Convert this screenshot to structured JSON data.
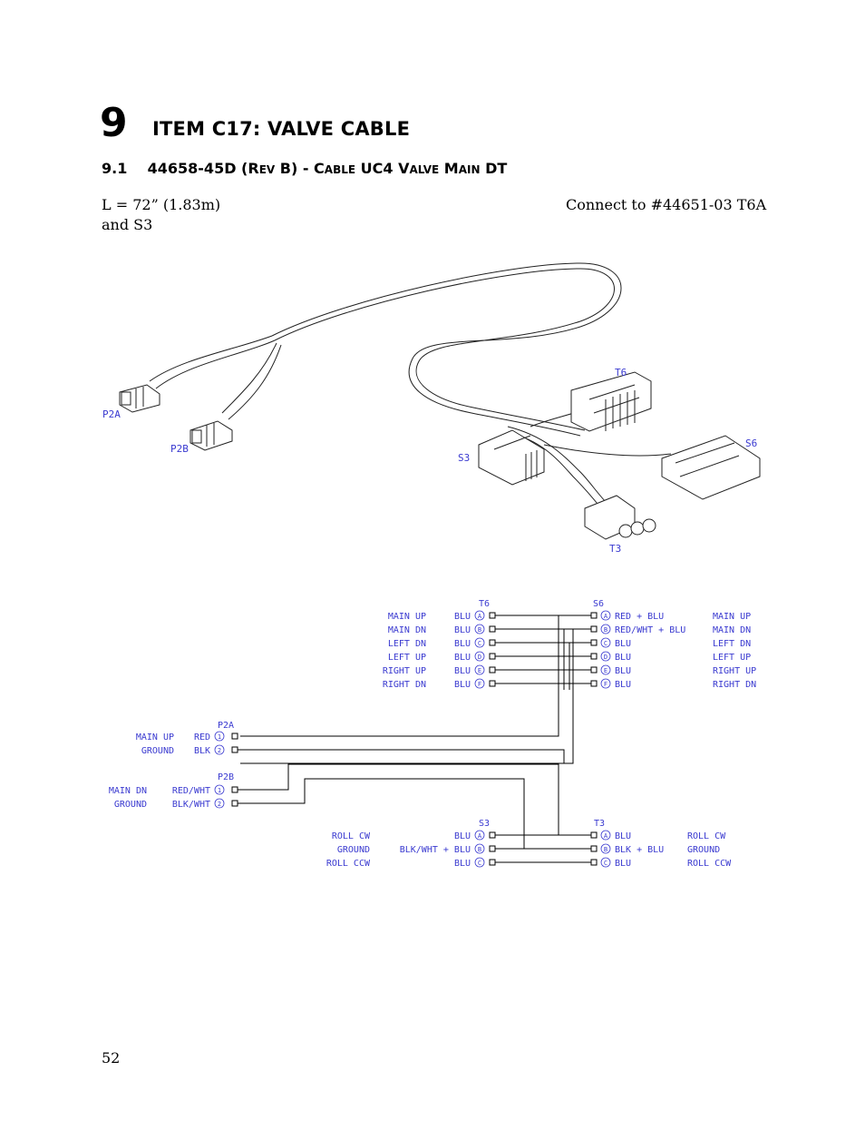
{
  "heading": {
    "number": "9",
    "title": "ITEM C17: VALVE CABLE"
  },
  "section": {
    "number": "9.1",
    "part": "44658-45D (R",
    "rev_small": "EV",
    "part_b": " B) - C",
    "cable_small": "ABLE",
    "uc4": " UC4 V",
    "valve_small": "ALVE",
    "main_m": " M",
    "main_small": "AIN",
    "dt": " DT"
  },
  "length": "L = 72” (1.83m)",
  "connect": "Connect to #44651-03 T6A",
  "connect_cont": "and S3",
  "illustration_labels": {
    "t6": "T6",
    "s6": "S6",
    "s3": "S3",
    "t3": "T3",
    "p2a": "P2A",
    "p2b": "P2B"
  },
  "schematic": {
    "t6_title": "T6",
    "s6_title": "S6",
    "p2a_title": "P2A",
    "p2b_title": "P2B",
    "s3_title": "S3",
    "t3_title": "T3",
    "t6_rows": [
      {
        "fn": "MAIN UP",
        "color": "BLU",
        "pin": "A"
      },
      {
        "fn": "MAIN DN",
        "color": "BLU",
        "pin": "B"
      },
      {
        "fn": "LEFT DN",
        "color": "BLU",
        "pin": "C"
      },
      {
        "fn": "LEFT UP",
        "color": "BLU",
        "pin": "D"
      },
      {
        "fn": "RIGHT UP",
        "color": "BLU",
        "pin": "E"
      },
      {
        "fn": "RIGHT DN",
        "color": "BLU",
        "pin": "F"
      }
    ],
    "s6_rows": [
      {
        "pin": "A",
        "color": "RED + BLU",
        "fn": "MAIN UP"
      },
      {
        "pin": "B",
        "color": "RED/WHT + BLU",
        "fn": "MAIN DN"
      },
      {
        "pin": "C",
        "color": "BLU",
        "fn": "LEFT DN"
      },
      {
        "pin": "D",
        "color": "BLU",
        "fn": "LEFT UP"
      },
      {
        "pin": "E",
        "color": "BLU",
        "fn": "RIGHT UP"
      },
      {
        "pin": "F",
        "color": "BLU",
        "fn": "RIGHT DN"
      }
    ],
    "p2a_rows": [
      {
        "fn": "MAIN UP",
        "color": "RED",
        "pin": "1"
      },
      {
        "fn": "GROUND",
        "color": "BLK",
        "pin": "2"
      }
    ],
    "p2b_rows": [
      {
        "fn": "MAIN DN",
        "color": "RED/WHT",
        "pin": "1"
      },
      {
        "fn": "GROUND",
        "color": "BLK/WHT",
        "pin": "2"
      }
    ],
    "s3_rows": [
      {
        "fn": "ROLL CW",
        "color": "BLU",
        "pin": "A"
      },
      {
        "fn": "GROUND",
        "color": "BLK/WHT + BLU",
        "pin": "B"
      },
      {
        "fn": "ROLL CCW",
        "color": "BLU",
        "pin": "C"
      }
    ],
    "t3_rows": [
      {
        "pin": "A",
        "color": "BLU",
        "fn": "ROLL CW"
      },
      {
        "pin": "B",
        "color": "BLK + BLU",
        "fn": "GROUND"
      },
      {
        "pin": "C",
        "color": "BLU",
        "fn": "ROLL CCW"
      }
    ]
  },
  "page_number": "52"
}
